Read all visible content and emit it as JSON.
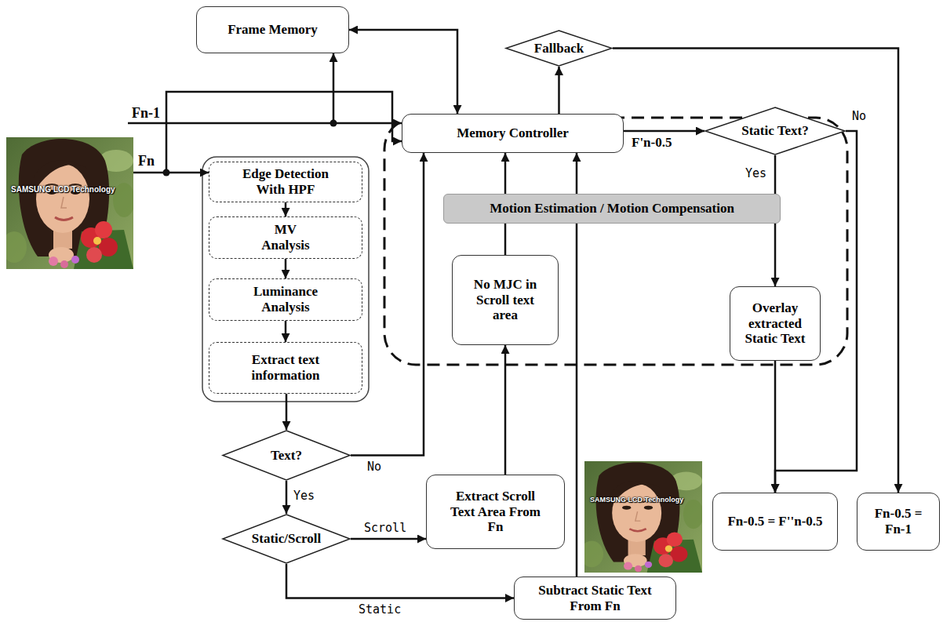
{
  "diagram": {
    "nodes": [
      {
        "text": [
          "Frame Memory"
        ]
      },
      {
        "text": [
          "Fallback"
        ]
      },
      {
        "text": [
          "Memory Controller"
        ]
      },
      {
        "text": [
          "Static Text?"
        ]
      },
      {
        "text": [
          "Edge Detection With HPF"
        ]
      },
      {
        "text": [
          "MV Analysis"
        ]
      },
      {
        "text": [
          "Luminance Analysis"
        ]
      },
      {
        "text": [
          "Extract text information"
        ]
      },
      {
        "text": [
          "Motion Estimation / Motion Compensation"
        ]
      },
      {
        "text": [
          "No MJC in Scroll text area"
        ]
      },
      {
        "text": [
          "Overlay extracted Static Text"
        ]
      },
      {
        "text": [
          "Text?"
        ]
      },
      {
        "text": [
          "Static/Scroll"
        ]
      },
      {
        "text": [
          "Extract Scroll Text Area From Fn"
        ]
      },
      {
        "text": [
          "Fn-0.5 = F''n-0.5"
        ]
      },
      {
        "text": [
          "Fn-0.5 = Fn-1"
        ]
      },
      {
        "text": [
          "Subtract Static Text From Fn"
        ]
      }
    ],
    "edges": [
      {
        "from": 0,
        "to": 2,
        "arrow": "both"
      },
      {
        "from": 2,
        "to": 1,
        "arrow": "to"
      },
      {
        "from": 1,
        "to": 15,
        "arrow": "to"
      },
      {
        "from": 2,
        "to": 3,
        "arrow": "to",
        "label": "F'n-0.5"
      },
      {
        "from": 4,
        "to": 5,
        "arrow": "to"
      },
      {
        "from": 5,
        "to": 6,
        "arrow": "to"
      },
      {
        "from": 6,
        "to": 7,
        "arrow": "to"
      },
      {
        "from": 7,
        "to": 11,
        "arrow": "to"
      },
      {
        "from": 11,
        "to": 2,
        "arrow": "to",
        "label": "No"
      },
      {
        "from": 11,
        "to": 12,
        "arrow": "to",
        "label": "Yes"
      },
      {
        "from": 12,
        "to": 13,
        "arrow": "to",
        "label": "Scroll"
      },
      {
        "from": 12,
        "to": 16,
        "arrow": "to",
        "label": "Static"
      },
      {
        "from": 13,
        "to": 9,
        "arrow": "to"
      },
      {
        "from": 9,
        "to": 2,
        "arrow": "to"
      },
      {
        "from": 16,
        "to": 2,
        "arrow": "to"
      },
      {
        "from": 3,
        "to": 10,
        "arrow": "to",
        "label": "Yes"
      },
      {
        "from": 3,
        "to": 14,
        "arrow": "to",
        "label": "No"
      },
      {
        "from": 10,
        "to": 14,
        "arrow": "to"
      }
    ],
    "labels": [
      "Fn-1",
      "Fn",
      "SAMSUNG LCD Technology",
      "SAMSUNG LCD Technology"
    ]
  }
}
